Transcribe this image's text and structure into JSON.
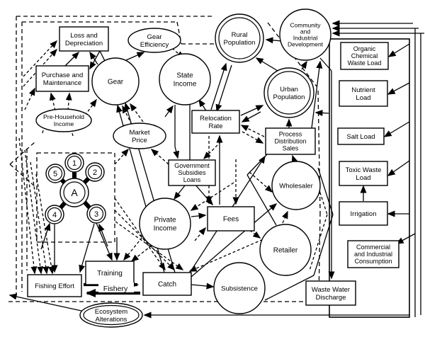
{
  "diagram": {
    "fishery_label": "Fishery",
    "nodes": {
      "loss_depreciation": {
        "lines": [
          "Loss and",
          "Depreciation"
        ]
      },
      "purchase_maintenance": {
        "lines": [
          "Purchase and",
          "Maintenance"
        ]
      },
      "gear_efficiency": {
        "lines": [
          "Gear",
          "Efficiency"
        ]
      },
      "gear": {
        "lines": [
          "Gear"
        ]
      },
      "state_income": {
        "lines": [
          "State",
          "Income"
        ]
      },
      "rural_population": {
        "lines": [
          "Rural",
          "Population"
        ]
      },
      "community_development": {
        "lines": [
          "Community",
          "and",
          "Industrial",
          "Development"
        ]
      },
      "organic_waste_load": {
        "lines": [
          "Organic",
          "Chemical",
          "Waste Load"
        ]
      },
      "urban_population": {
        "lines": [
          "Urban",
          "Population"
        ]
      },
      "nutrient_load": {
        "lines": [
          "Nutrient",
          "Load"
        ]
      },
      "pre_household_income": {
        "lines": [
          "Pre-Household",
          "Income"
        ]
      },
      "market_price": {
        "lines": [
          "Market",
          "Price"
        ]
      },
      "relocation_rate": {
        "lines": [
          "Relocation",
          "Rate"
        ]
      },
      "process_distribution_sales": {
        "lines": [
          "Process",
          "Distribution",
          "Sales"
        ]
      },
      "salt_load": {
        "lines": [
          "Salt Load"
        ]
      },
      "government_subsidies_loans": {
        "lines": [
          "Government",
          "Subsidies",
          "Loans"
        ]
      },
      "toxic_waste_load": {
        "lines": [
          "Toxic Waste",
          "Load"
        ]
      },
      "wholesaler": {
        "lines": [
          "Wholesaler"
        ]
      },
      "private_income": {
        "lines": [
          "Private",
          "Income"
        ]
      },
      "fees": {
        "lines": [
          "Fees"
        ]
      },
      "irrigation": {
        "lines": [
          "Irrigation"
        ]
      },
      "retailer": {
        "lines": [
          "Retailer"
        ]
      },
      "commercial_consumption": {
        "lines": [
          "Commercial",
          "and Industrial",
          "Consumption"
        ]
      },
      "training": {
        "lines": [
          "Training"
        ]
      },
      "fishing_effort": {
        "lines": [
          "Fishing Effort"
        ]
      },
      "catch": {
        "lines": [
          "Catch"
        ]
      },
      "subsistence": {
        "lines": [
          "Subsistence"
        ]
      },
      "waste_water_discharge": {
        "lines": [
          "Waste Water",
          "Discharge"
        ]
      },
      "ecosystem_alterations": {
        "lines": [
          "Ecosystem",
          "Alterations"
        ]
      },
      "node_a": {
        "lines": [
          "A"
        ]
      },
      "node_1": {
        "lines": [
          "1"
        ]
      },
      "node_2": {
        "lines": [
          "2"
        ]
      },
      "node_3": {
        "lines": [
          "3"
        ]
      },
      "node_4": {
        "lines": [
          "4"
        ]
      },
      "node_5": {
        "lines": [
          "5"
        ]
      }
    }
  }
}
